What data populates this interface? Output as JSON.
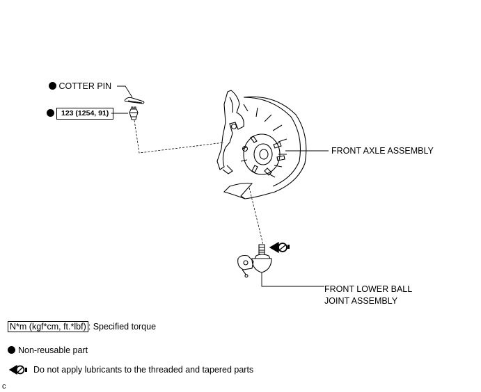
{
  "parts": {
    "cotter_pin": "COTTER PIN",
    "torque_value": "123 (1254, 91)",
    "front_axle_assembly": "FRONT AXLE ASSEMBLY",
    "front_lower_ball_joint_line1": "FRONT LOWER BALL",
    "front_lower_ball_joint_line2": "JOINT ASSEMBLY"
  },
  "legend": {
    "torque_unit": "N*m (kgf*cm, ft.*lbf)",
    "torque_desc": ": Specified torque",
    "non_reusable": "Non-reusable part",
    "no_lubricant": "Do not apply lubricants to the threaded and tapered parts"
  },
  "figure_code": "c",
  "icons": {
    "non_reusable": "filled-circle-icon",
    "no_lubricant": "no-lubricant-icon"
  }
}
